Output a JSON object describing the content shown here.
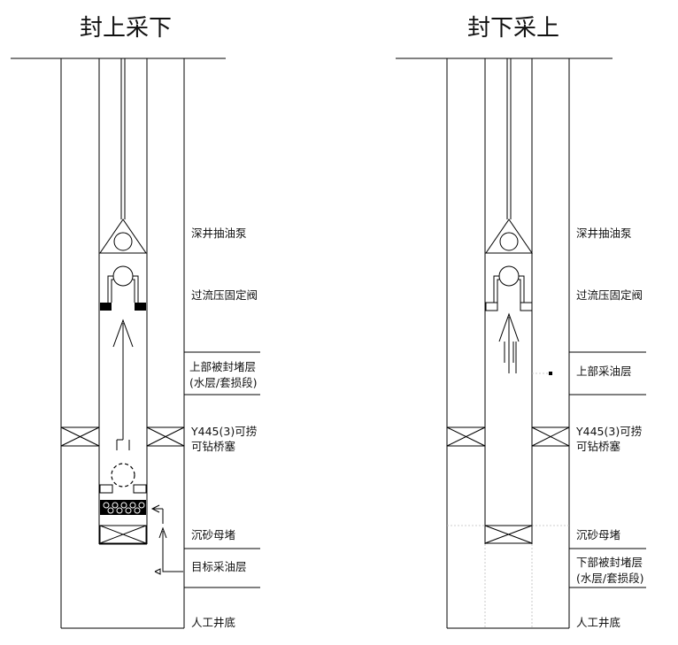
{
  "left": {
    "title": "封上采下",
    "labels": {
      "pump": "深井抽油泵",
      "valve": "过流压固定阀",
      "upper_zone_1": "上部被封堵层",
      "upper_zone_2": "(水层/套损段)",
      "plug_1": "Y445(3)可捞",
      "plug_2": "可钻桥塞",
      "sand_plug": "沉砂母堵",
      "target_zone": "目标采油层",
      "bottom": "人工井底"
    }
  },
  "right": {
    "title": "封下采上",
    "labels": {
      "pump": "深井抽油泵",
      "valve": "过流压固定阀",
      "upper_zone": "上部采油层",
      "plug_1": "Y445(3)可捞",
      "plug_2": "可钻桥塞",
      "sand_plug": "沉砂母堵",
      "lower_zone_1": "下部被封堵层",
      "lower_zone_2": "(水层/套损段)",
      "bottom": "人工井底"
    }
  }
}
